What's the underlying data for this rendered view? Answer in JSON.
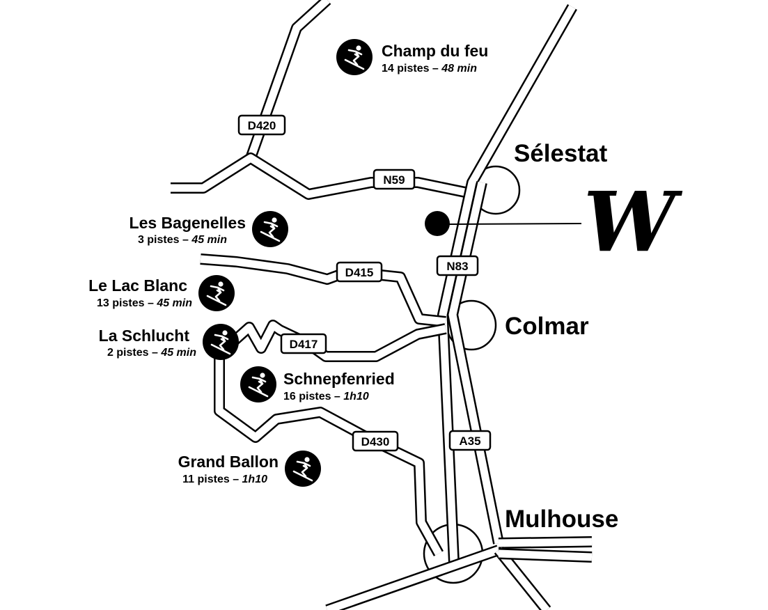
{
  "map": {
    "cities": [
      {
        "id": "selestat",
        "name": "Sélestat"
      },
      {
        "id": "colmar",
        "name": "Colmar"
      },
      {
        "id": "mulhouse",
        "name": "Mulhouse"
      }
    ],
    "roads": [
      "D420",
      "N59",
      "N83",
      "D415",
      "D417",
      "A35",
      "D430"
    ],
    "resorts": [
      {
        "id": "champ-du-feu",
        "name": "Champ du feu",
        "pistes": "14 pistes – ",
        "time": "48 min",
        "icon": "skier-icon"
      },
      {
        "id": "les-bagenelles",
        "name": "Les Bagenelles",
        "pistes": "3 pistes – ",
        "time": "45 min",
        "icon": "skier-icon"
      },
      {
        "id": "le-lac-blanc",
        "name": "Le Lac Blanc",
        "pistes": "13 pistes – ",
        "time": "45 min",
        "icon": "skier-icon"
      },
      {
        "id": "la-schlucht",
        "name": "La Schlucht",
        "pistes": "2 pistes – ",
        "time": "45 min",
        "icon": "skier-icon"
      },
      {
        "id": "schnepfenried",
        "name": "Schnepfenried",
        "pistes": "16 pistes – ",
        "time": "1h10",
        "icon": "skier-icon"
      },
      {
        "id": "grand-ballon",
        "name": "Grand Ballon",
        "pistes": "11 pistes – ",
        "time": "1h10",
        "icon": "skier-icon"
      }
    ],
    "logo": {
      "letter": "W",
      "marker": "location-dot-icon"
    },
    "colors": {
      "ink": "#000000",
      "paper": "#ffffff"
    }
  }
}
